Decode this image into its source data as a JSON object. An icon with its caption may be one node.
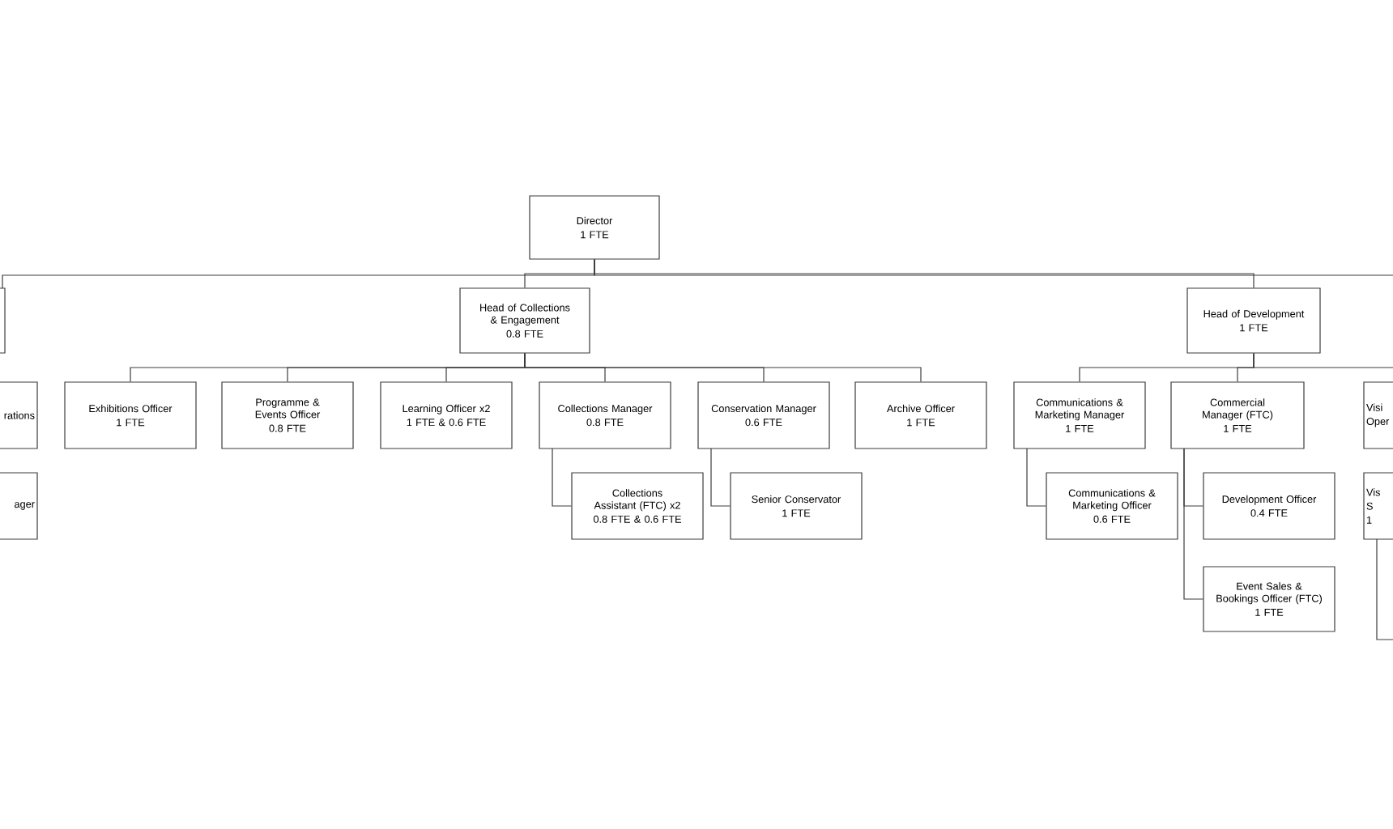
{
  "diagram": {
    "nodes": [
      {
        "text": [
          "Director",
          "1 FTE"
        ]
      },
      {
        "text": [],
        "shape": "box"
      },
      {
        "text": [
          "Head of Collections & Engagement",
          "0.8 FTE"
        ]
      },
      {
        "text": [
          "Head of Development",
          "1 FTE"
        ]
      },
      {
        "text": [
          "rations"
        ]
      },
      {
        "text": [
          "Exhibitions Officer",
          "1 FTE"
        ]
      },
      {
        "text": [
          "Programme & Events Officer",
          "0.8 FTE"
        ]
      },
      {
        "text": [
          "Learning Officer x2",
          "1 FTE & 0.6 FTE"
        ]
      },
      {
        "text": [
          "Collections Manager",
          "0.8 FTE"
        ]
      },
      {
        "text": [
          "Conservation Manager",
          "0.6 FTE"
        ]
      },
      {
        "text": [
          "Archive Officer",
          "1 FTE"
        ]
      },
      {
        "text": [
          "Communications & Marketing Manager",
          "1 FTE"
        ]
      },
      {
        "text": [
          "Commercial Manager (FTC)",
          "1 FTE"
        ]
      },
      {
        "text": [
          "Visi",
          "Oper"
        ]
      },
      {
        "text": [
          "ager"
        ]
      },
      {
        "text": [
          "Collections Assistant (FTC) x2",
          "0.8 FTE & 0.6 FTE"
        ]
      },
      {
        "text": [
          "Senior Conservator",
          "1 FTE"
        ]
      },
      {
        "text": [
          "Communications & Marketing Officer",
          "0.6 FTE"
        ]
      },
      {
        "text": [
          "Development Officer",
          "0.4 FTE"
        ]
      },
      {
        "text": [
          "Vis",
          "S",
          "1"
        ]
      },
      {
        "text": [
          "Event Sales & Bookings Officer (FTC)",
          "1 FTE"
        ]
      }
    ],
    "edges": [
      {
        "from": 0,
        "to": 1,
        "arrow": "none"
      },
      {
        "from": 0,
        "to": 2,
        "arrow": "none"
      },
      {
        "from": 0,
        "to": 3,
        "arrow": "none"
      },
      {
        "from": 0,
        "to": null,
        "arrow": "none"
      },
      {
        "from": 2,
        "to": 5,
        "arrow": "none"
      },
      {
        "from": 2,
        "to": 6,
        "arrow": "none"
      },
      {
        "from": 2,
        "to": 7,
        "arrow": "none"
      },
      {
        "from": 2,
        "to": 8,
        "arrow": "none"
      },
      {
        "from": 2,
        "to": 9,
        "arrow": "none"
      },
      {
        "from": 2,
        "to": 10,
        "arrow": "none"
      },
      {
        "from": 3,
        "to": 11,
        "arrow": "none"
      },
      {
        "from": 3,
        "to": 12,
        "arrow": "none"
      },
      {
        "from": 3,
        "to": 13,
        "arrow": "none"
      },
      {
        "from": 8,
        "to": 15,
        "arrow": "none"
      },
      {
        "from": 9,
        "to": 16,
        "arrow": "none"
      },
      {
        "from": 11,
        "to": 17,
        "arrow": "none"
      },
      {
        "from": 12,
        "to": 18,
        "arrow": "none"
      },
      {
        "from": 12,
        "to": 20,
        "arrow": "none"
      },
      {
        "from": 19,
        "to": null,
        "arrow": "none"
      }
    ]
  }
}
